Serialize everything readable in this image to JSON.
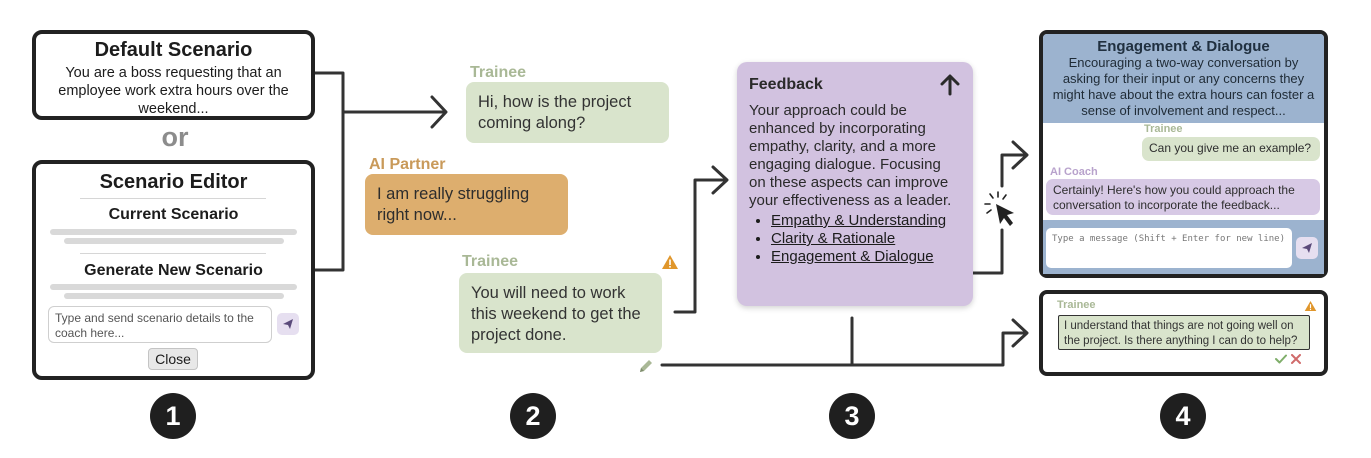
{
  "panel1": {
    "default": {
      "title": "Default Scenario",
      "body": "You are a boss requesting that an employee work extra hours over the weekend..."
    },
    "or_label": "or",
    "editor": {
      "title": "Scenario Editor",
      "current": "Current Scenario",
      "generate": "Generate New Scenario",
      "input_placeholder": "Type and send scenario details to the coach here...",
      "close_label": "Close"
    },
    "step_number": "1"
  },
  "panel2": {
    "trainee_label_1": "Trainee",
    "trainee_msg_1": "Hi, how is the project coming along?",
    "ai_label": "AI Partner",
    "ai_msg": "I am really struggling right now...",
    "trainee_label_2": "Trainee",
    "trainee_msg_2": "You will need to work this weekend to get the project done.",
    "step_number": "2"
  },
  "panel3": {
    "title": "Feedback",
    "body": "Your approach could be enhanced by incorporating empathy, clarity, and a more engaging dialogue. Focusing on these aspects can improve your effectiveness as a leader.",
    "items": [
      "Empathy & Understanding",
      "Clarity & Rationale",
      "Engagement & Dialogue"
    ],
    "step_number": "3"
  },
  "panel4": {
    "explain": {
      "title": "Engagement & Dialogue",
      "body": "Encouraging a two-way conversation by asking for their input or any concerns they might have about the extra hours can foster a sense of involvement and respect..."
    },
    "chat": {
      "trainee_label": "Trainee",
      "trainee_msg": "Can you give me an example?",
      "coach_label": "AI Coach",
      "coach_msg": "Certainly! Here's how you could approach the conversation to incorporate the feedback...",
      "input_placeholder": "Type a message (Shift + Enter for new line)"
    },
    "rewrite": {
      "label": "Trainee",
      "text": "I understand that things are not going well on the project. Is there anything I can do to help?"
    },
    "step_number": "4"
  },
  "colors": {
    "trainee_bubble": "#d9e4cc",
    "ai_partner_bubble": "#ddae6e",
    "feedback_card": "#d2c2e0",
    "coach_header": "#9cb3cf",
    "warning": "#e0962b"
  }
}
